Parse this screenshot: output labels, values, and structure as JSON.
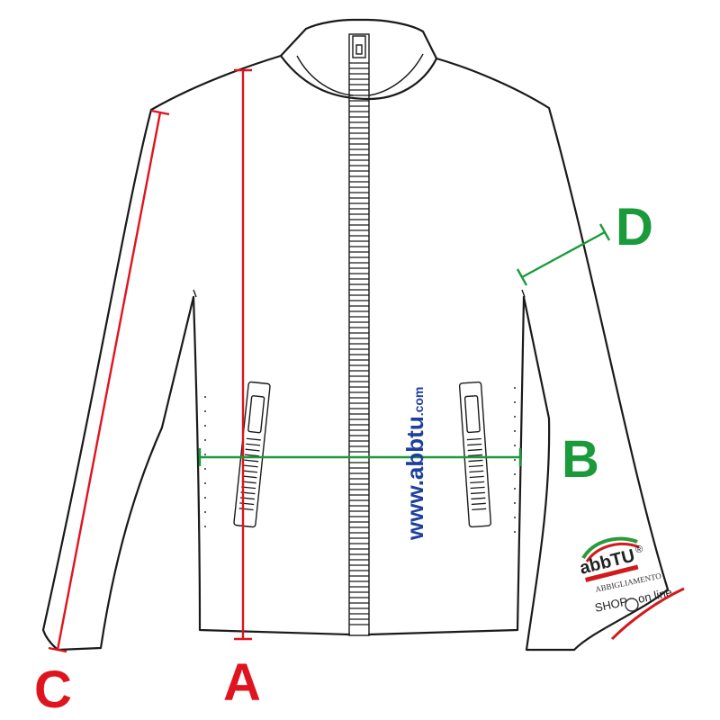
{
  "labels": {
    "a": "A",
    "b": "B",
    "c": "C",
    "d": "D"
  },
  "watermark": {
    "prefix": "www.",
    "brand": "abbtu",
    "suffix": ".com"
  },
  "logo": {
    "brand": "abbTU",
    "line1": "ABBIGLIAMENTO",
    "line2": "SHOP",
    "line3": "on line",
    "mark": "®"
  },
  "colors": {
    "outline": "#1a1a1a",
    "measure_red": "#e0141e",
    "measure_green": "#1a9a3a",
    "watermark_blue": "#1d3f9e"
  }
}
